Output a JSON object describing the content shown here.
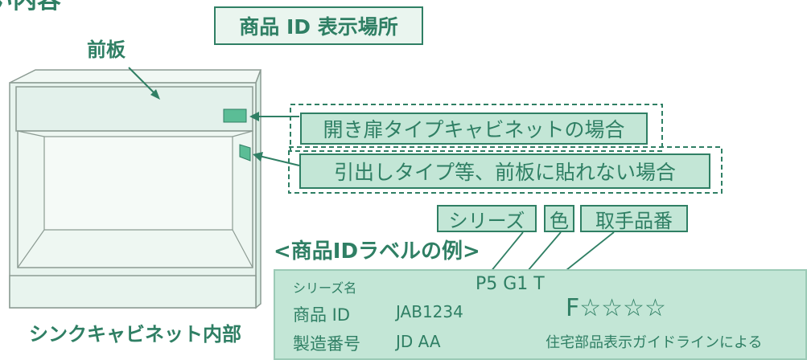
{
  "heading": "い内容",
  "id_location_title": "商品 ID 表示場所",
  "front_panel_label": "前板",
  "cabinet_caption": "シンクキャビネット内部",
  "callouts": {
    "door_type": "開き扉タイプキャビネットの場合",
    "drawer_type": "引出しタイプ等、前板に貼れない場合"
  },
  "fields": {
    "series": "シリーズ",
    "color": "色",
    "handle_number": "取手品番"
  },
  "example_title": "<商品IDラベルの例>",
  "label_example": {
    "series_name_label": "シリーズ名",
    "series_code": "P5  G1  T",
    "product_id_label": "商品 ID",
    "product_id_value": "JAB1234",
    "mfg_number_label": "製造番号",
    "mfg_number_value": "JD   AA",
    "rating": "F☆☆☆☆",
    "guideline_note": "住宅部品表示ガイドラインによる"
  },
  "colors": {
    "dark_green": "#2f7f64",
    "label_fill": "#c3e6d6",
    "cabinet_fill": "#e8f4ee",
    "sticker": "#5bbd96"
  }
}
